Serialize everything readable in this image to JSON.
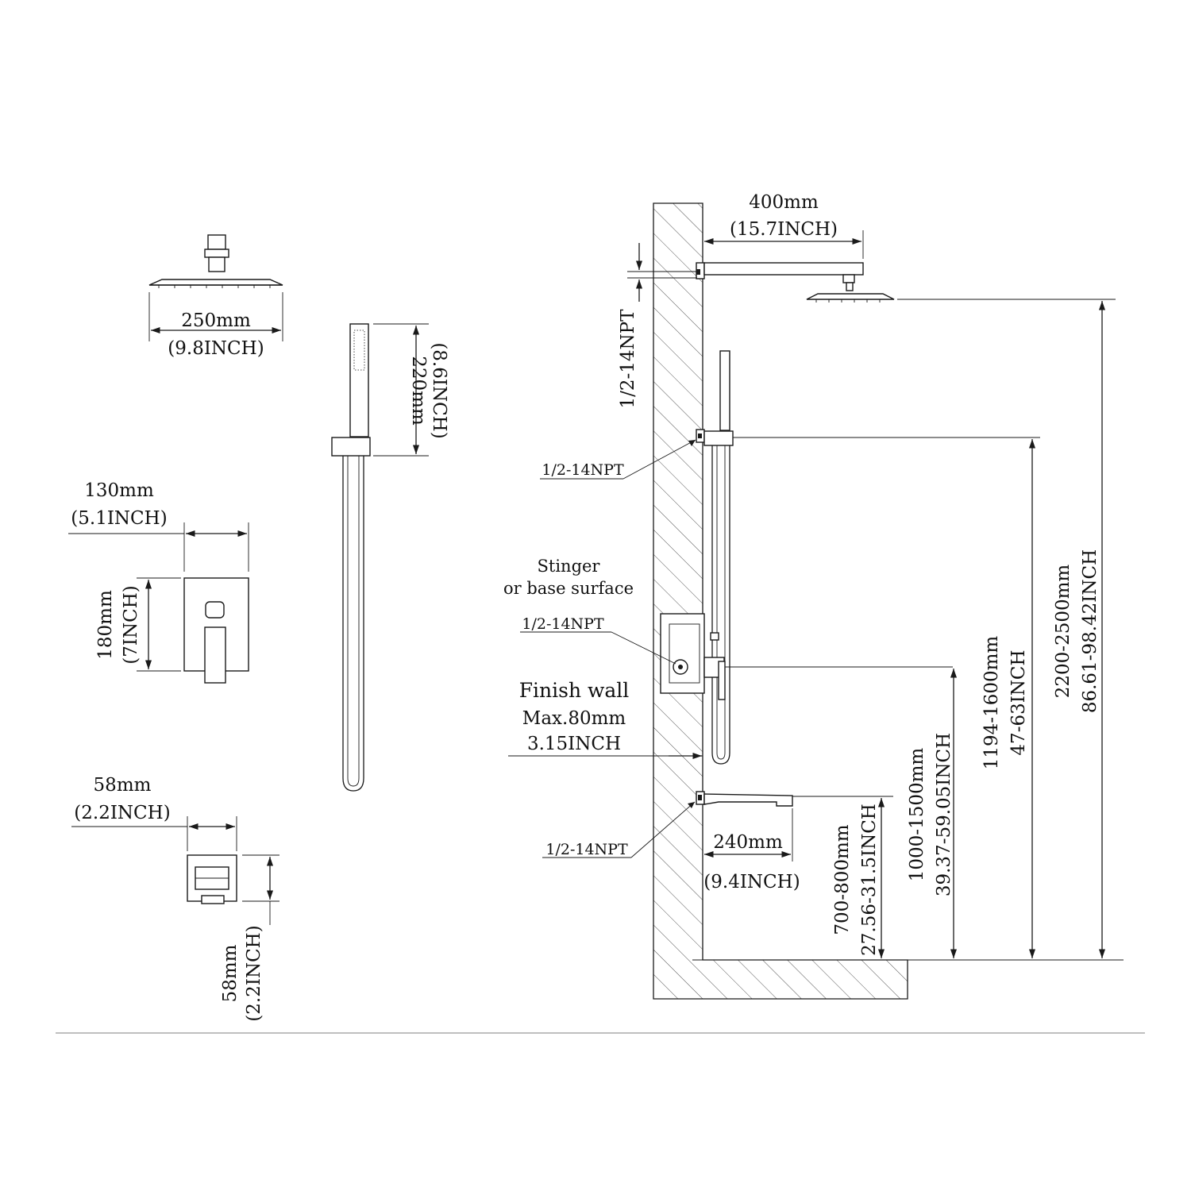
{
  "components": {
    "rain_head": {
      "width_mm": "250mm",
      "width_in": "(9.8INCH)"
    },
    "hand_shower": {
      "length_mm": "220mm",
      "length_in": "(8.6INCH)"
    },
    "valve_trim": {
      "width_mm": "130mm",
      "width_in": "(5.1INCH)",
      "height_mm": "180mm",
      "height_in": "(7INCH)"
    },
    "tub_spout_front": {
      "width_mm": "58mm",
      "width_in": "(2.2INCH)",
      "height_mm": "58mm",
      "height_in": "(2.2INCH)"
    }
  },
  "installation": {
    "shower_arm_mm": "400mm",
    "shower_arm_in": "(15.7INCH)",
    "arm_connection": "1/2-14NPT",
    "elbow_connection": "1/2-14NPT",
    "stinger_line1": "Stinger",
    "stinger_line2": "or base surface",
    "valve_connection": "1/2-14NPT",
    "finish_wall_line1": "Finish wall",
    "finish_wall_line2": "Max.80mm",
    "finish_wall_line3": "3.15INCH",
    "spout_connection": "1/2-14NPT",
    "spout_length_mm": "240mm",
    "spout_length_in": "(9.4INCH)",
    "spout_height_mm": "700-800mm",
    "spout_height_in": "27.56-31.5INCH",
    "valve_height_mm": "1000-1500mm",
    "valve_height_in": "39.37-59.05INCH",
    "elbow_height_mm": "1194-1600mm",
    "elbow_height_in": "47-63INCH",
    "head_height_mm": "2200-2500mm",
    "head_height_in": "86.61-98.42INCH"
  }
}
